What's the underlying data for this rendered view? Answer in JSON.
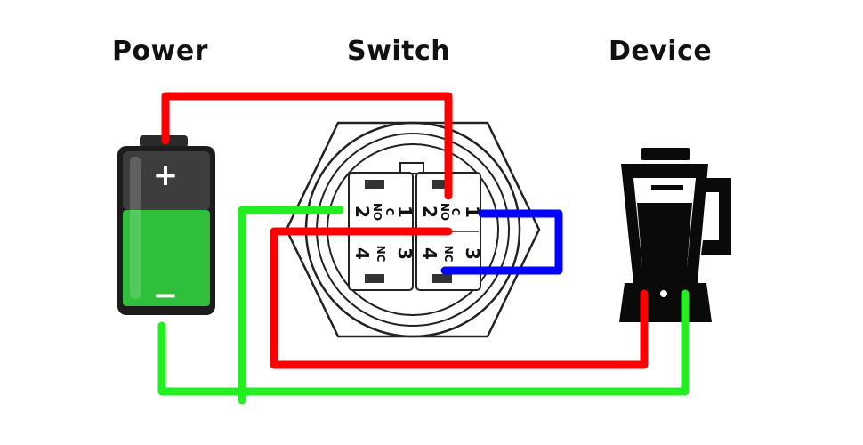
{
  "labels": {
    "power": "Power",
    "switch": "Switch",
    "device": "Device"
  },
  "battery": {
    "positive_symbol": "+",
    "negative_symbol": "−"
  },
  "switch_pins": {
    "pin1_left": "1",
    "pin2_left": "2",
    "pin3_left": "3",
    "pin4_left": "4",
    "pin1_right": "1",
    "pin2_right": "2",
    "pin3_right": "3",
    "pin4_right": "4",
    "no_left": "NO",
    "nc_left": "NC",
    "c_left": "C",
    "no_right": "NO",
    "nc_right": "NC",
    "c_right": "C"
  },
  "colors": {
    "red_wire": "#ff0000",
    "green_wire": "#22ee22",
    "blue_wire": "#0000ff",
    "battery_charge": "#2fbf3a",
    "device_body": "#0a0a0a"
  }
}
